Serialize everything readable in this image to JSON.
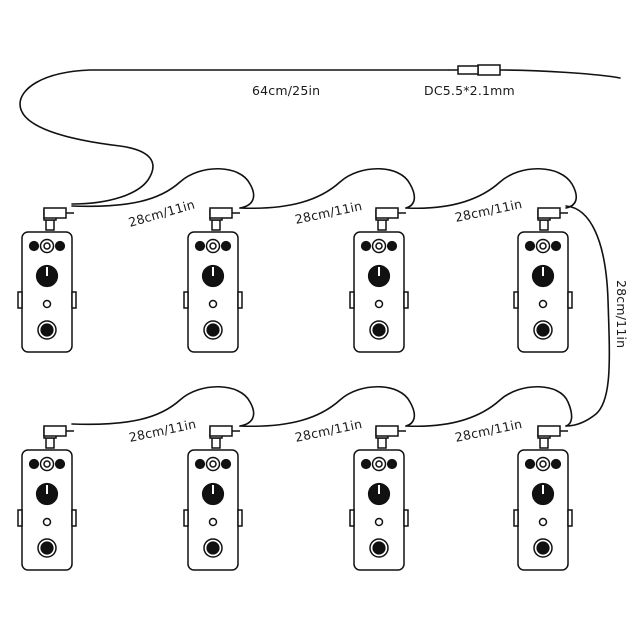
{
  "cables": {
    "main_length_label": "64cm/25in",
    "connector_label": "DC5.5*2.1mm",
    "segment_label": "28cm/11in"
  },
  "layout": {
    "rows": 2,
    "pedals_per_row": 4
  }
}
